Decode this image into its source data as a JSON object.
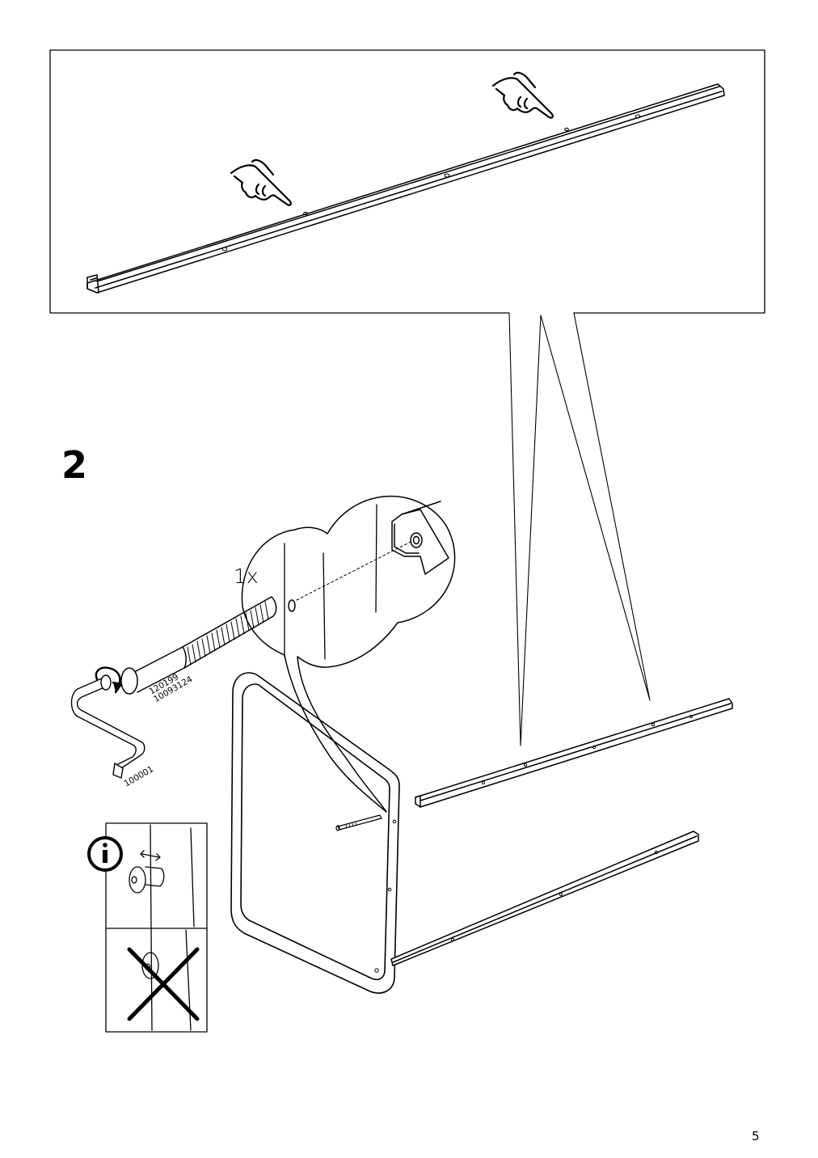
{
  "step": {
    "number": "2",
    "quantity": "1x"
  },
  "parts": {
    "bolt_code_1": "120199",
    "bolt_code_2": "10093124",
    "allen_key_code": "100001"
  },
  "page": {
    "number": "5"
  },
  "icons": {
    "hand": "pointing-hand-icon",
    "info": "info-icon",
    "wrong": "cross-icon",
    "rotation": "rotate-arrow-icon"
  }
}
